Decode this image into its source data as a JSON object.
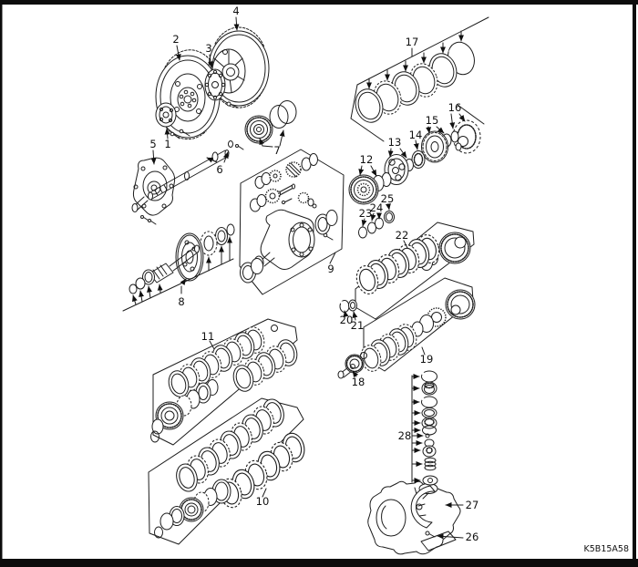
{
  "diagram": {
    "drawing_code": "K5B15A58",
    "callouts": [
      "1",
      "2",
      "3",
      "4",
      "5",
      "6",
      "7",
      "8",
      "9",
      "10",
      "11",
      "12",
      "13",
      "14",
      "15",
      "16",
      "17",
      "18",
      "19",
      "20",
      "21",
      "22",
      "23",
      "24",
      "25",
      "26",
      "27",
      "28"
    ]
  }
}
